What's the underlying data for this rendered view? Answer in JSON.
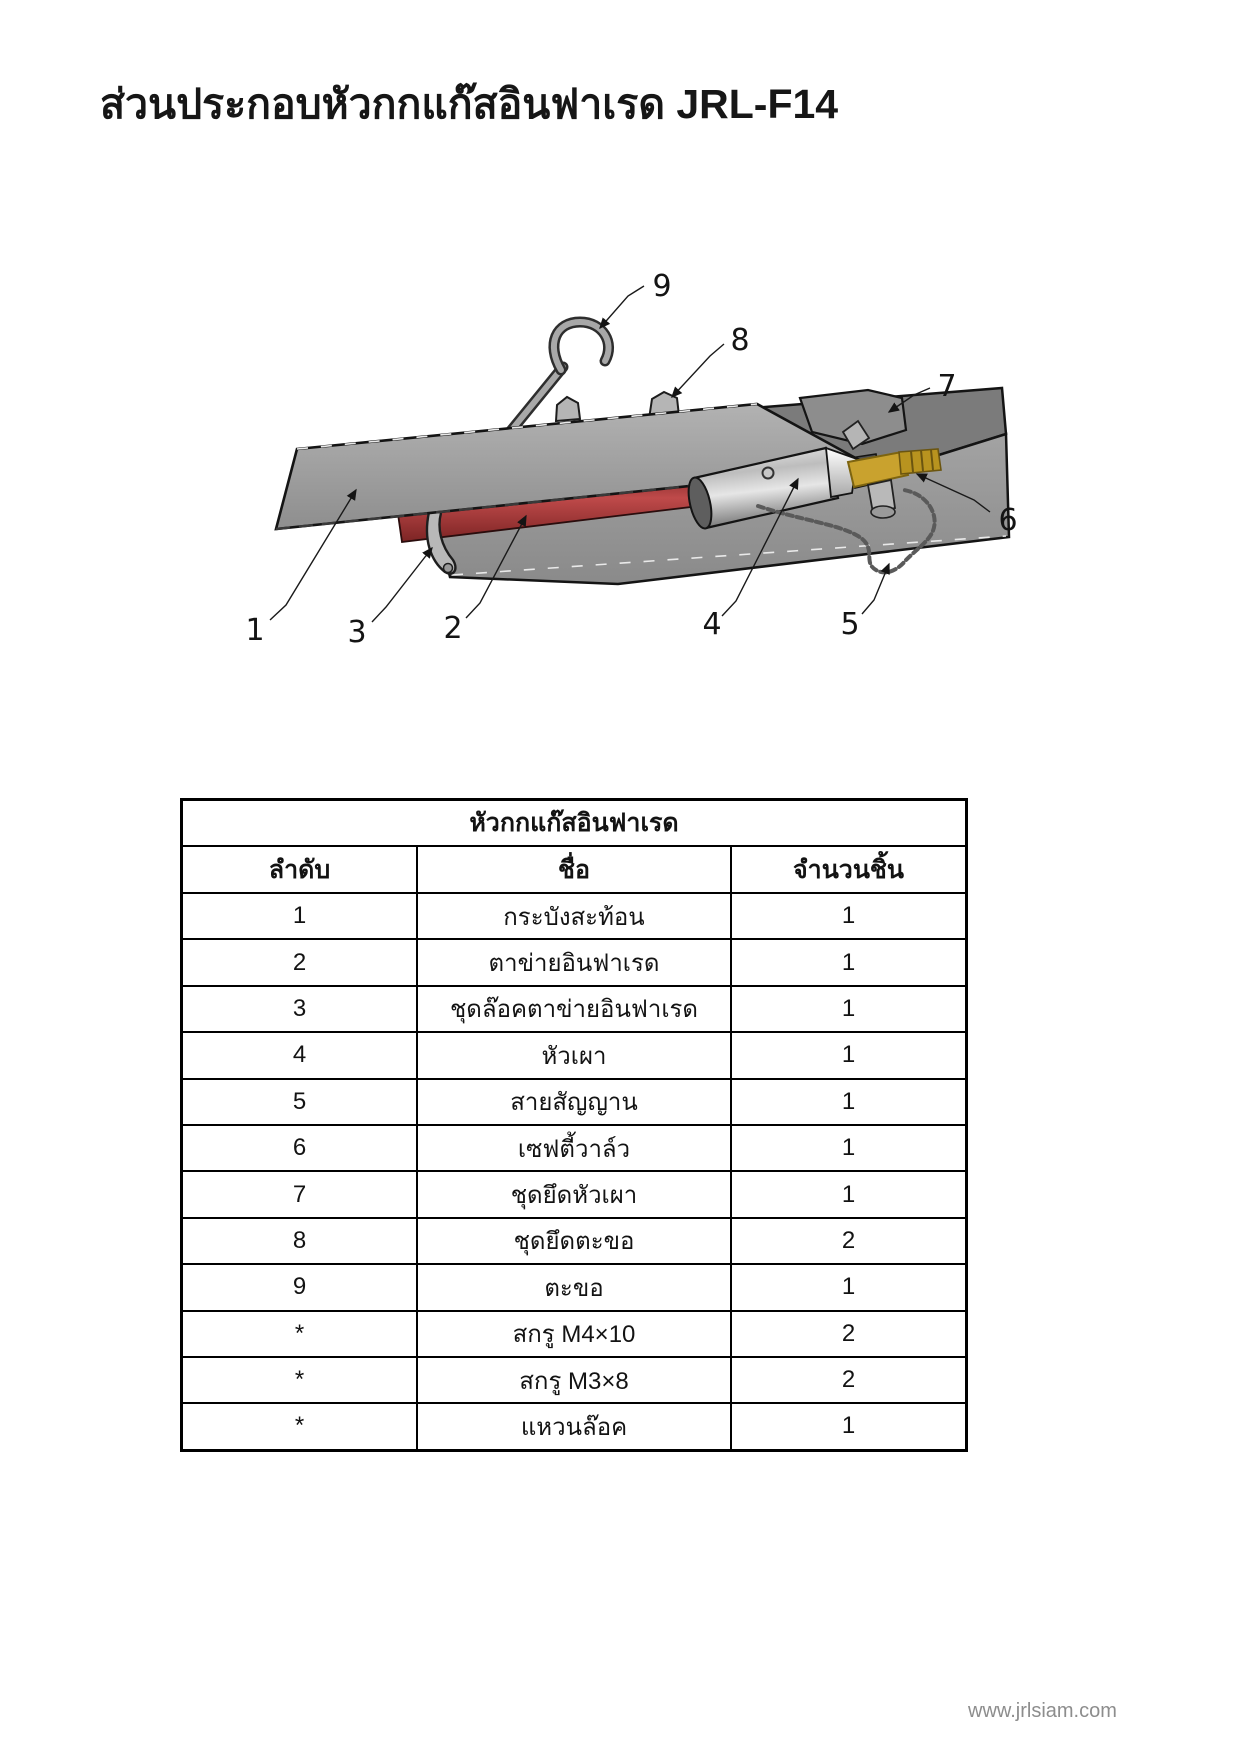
{
  "page": {
    "title": "ส่วนประกอบหัวกกแก๊สอินฟาเรด JRL-F14",
    "footer": "www.jrlsiam.com"
  },
  "diagram": {
    "description": "exploded-view illustration of infrared gas burner head with numbered callouts",
    "callout_labels": [
      "1",
      "2",
      "3",
      "4",
      "5",
      "6",
      "7",
      "8",
      "9"
    ]
  },
  "table": {
    "title": "หัวกกแก๊สอินฟาเรด",
    "columns": [
      "ลำดับ",
      "ชื่อ",
      "จำนวนชิ้น"
    ],
    "rows": [
      [
        "1",
        "กระบังสะท้อน",
        "1"
      ],
      [
        "2",
        "ตาข่ายอินฟาเรด",
        "1"
      ],
      [
        "3",
        "ชุดล๊อคตาข่ายอินฟาเรด",
        "1"
      ],
      [
        "4",
        "หัวเผา",
        "1"
      ],
      [
        "5",
        "สายสัญญาน",
        "1"
      ],
      [
        "6",
        "เซฟตี้วาล์ว",
        "1"
      ],
      [
        "7",
        "ชุดยึดหัวเผา",
        "1"
      ],
      [
        "8",
        "ชุดยึดตะขอ",
        "2"
      ],
      [
        "9",
        "ตะขอ",
        "1"
      ],
      [
        "*",
        "สกรู M4×10",
        "2"
      ],
      [
        "*",
        "สกรู M3×8",
        "2"
      ],
      [
        "*",
        "แหวนล๊อค",
        "1"
      ]
    ]
  },
  "colors": {
    "reflector_gray": "#a6a6a6",
    "body_dark_gray": "#7b7b7b",
    "back_panel_gray": "#9a9a9a",
    "emitter_red": "#a33434",
    "burner_silver": "#c9c9c9",
    "valve_brass": "#c9a22e",
    "line_black": "#111111",
    "footer_gray": "#8d8d8d"
  }
}
